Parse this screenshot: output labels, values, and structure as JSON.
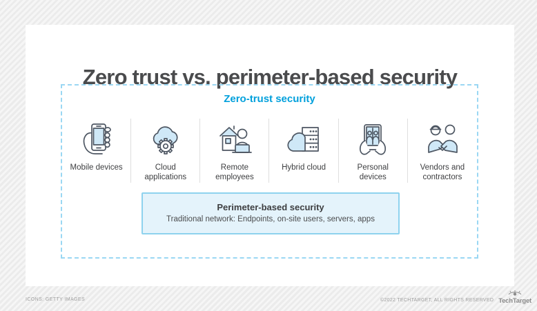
{
  "page": {
    "title": "Zero trust vs. perimeter-based security"
  },
  "zero_trust": {
    "label": "Zero-trust security",
    "items": [
      {
        "label": "Mobile devices",
        "icon": "hand-holding-phone-icon"
      },
      {
        "label": "Cloud applications",
        "icon": "cloud-gear-icon"
      },
      {
        "label": "Remote employees",
        "icon": "house-remote-worker-icon"
      },
      {
        "label": "Hybrid cloud",
        "icon": "cloud-server-icon"
      },
      {
        "label": "Personal devices",
        "icon": "hands-tablet-icon"
      },
      {
        "label": "Vendors and contractors",
        "icon": "handshake-hardhat-icon"
      }
    ]
  },
  "perimeter": {
    "title": "Perimeter-based security",
    "subtitle": "Traditional network: Endpoints, on-site users, servers, apps"
  },
  "footer": {
    "credit": "ICONS: GETTY IMAGES",
    "copyright": "©2022 TECHTARGET, ALL RIGHTS RESERVED",
    "brand": "TechTarget"
  },
  "colors": {
    "accent_blue": "#00a0dc",
    "dashed_border": "#9ad7f3",
    "icon_fill": "#cfe8f7",
    "icon_stroke": "#4d5662",
    "perimeter_fill": "#e4f3fb",
    "perimeter_border": "#8ed2ee",
    "title_gray": "#4a4b4d"
  }
}
